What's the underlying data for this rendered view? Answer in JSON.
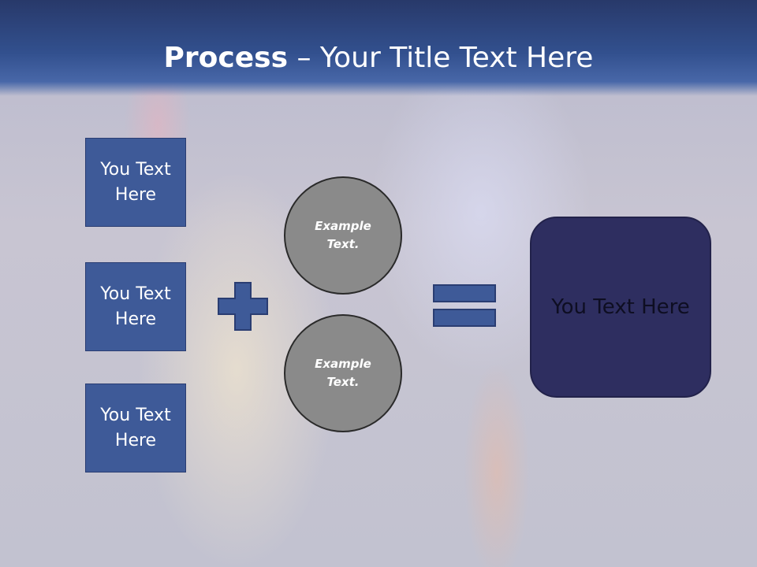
{
  "title": {
    "bold": "Process",
    "rest": " – Your Title Text Here"
  },
  "left_boxes": [
    {
      "label": "You Text Here"
    },
    {
      "label": "You Text Here"
    },
    {
      "label": "You Text Here"
    }
  ],
  "circles": [
    {
      "label": "Example Text."
    },
    {
      "label": "Example Text."
    }
  ],
  "result": {
    "label": "You Text Here"
  },
  "icons": {
    "plus": "plus-icon",
    "equals": "equals-icon"
  },
  "colors": {
    "header": "#32508e",
    "box": "#3e5a98",
    "circle": "#8a8a8a",
    "result": "#2e2e60"
  }
}
